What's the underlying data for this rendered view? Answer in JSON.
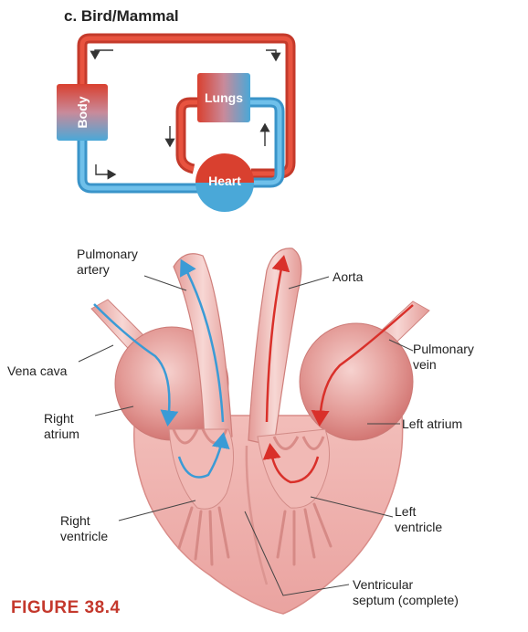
{
  "panel": {
    "title": "c. Bird/Mammal"
  },
  "schematic": {
    "body": "Body",
    "lungs": "Lungs",
    "heart": "Heart"
  },
  "labels": {
    "pulmonary_artery": "Pulmonary\nartery",
    "aorta": "Aorta",
    "vena_cava": "Vena cava",
    "pulmonary_vein": "Pulmonary\nvein",
    "right_atrium": "Right\natrium",
    "left_atrium": "Left atrium",
    "right_ventricle": "Right\nventricle",
    "left_ventricle": "Left\nventricle",
    "ventricular_septum": "Ventricular\nseptum (complete)"
  },
  "figure_label": "FIGURE 38.4",
  "colors": {
    "oxygenated": "#d9402f",
    "deoxygenated": "#4aa8d8",
    "heart_tissue": "#eaa3a0",
    "figure_label": "#c4382c"
  }
}
